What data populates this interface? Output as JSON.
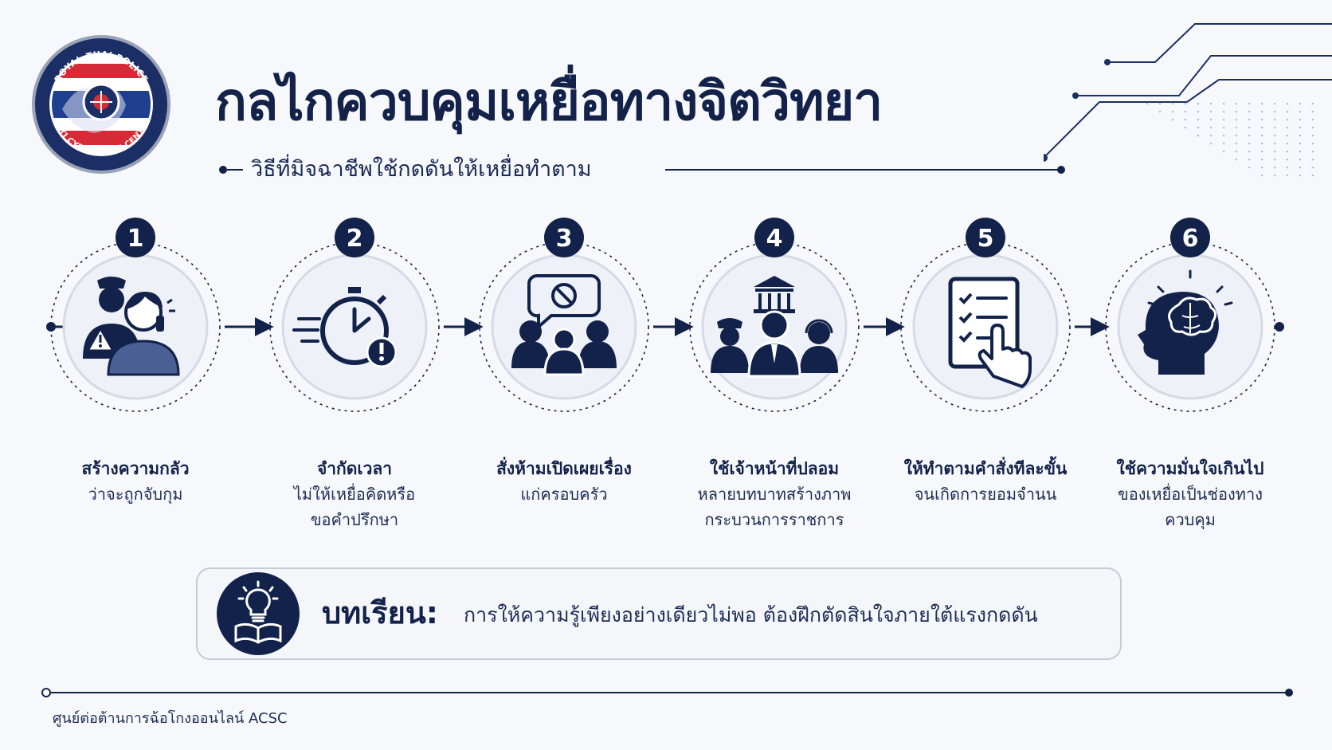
{
  "logo": {
    "top_text": "ROYAL THAI POLICE",
    "bottom_text": "ANTI CYBER SCAM CENTER"
  },
  "header": {
    "title": "กลไกควบคุมเหยื่อทางจิตวิทยา",
    "subtitle": "วิธีที่มิจฉาชีพใช้กดดันให้เหยื่อทำตาม"
  },
  "steps": [
    {
      "number": "1",
      "title": "สร้างความกลัว",
      "desc": [
        "ว่าจะถูกจับกุม"
      ],
      "icon": "police-fear-icon"
    },
    {
      "number": "2",
      "title": "จำกัดเวลา",
      "desc": [
        "ไม่ให้เหยื่อคิดหรือ",
        "ขอคำปรึกษา"
      ],
      "icon": "stopwatch-alert-icon"
    },
    {
      "number": "3",
      "title": "สั่งห้ามเปิดเผยเรื่อง",
      "desc": [
        "แก่ครอบครัว"
      ],
      "icon": "no-talk-family-icon"
    },
    {
      "number": "4",
      "title": "ใช้เจ้าหน้าที่ปลอม",
      "desc": [
        "หลายบทบาทสร้างภาพ",
        "กระบวนการราชการ"
      ],
      "icon": "fake-officials-icon"
    },
    {
      "number": "5",
      "title": "ให้ทำตามคำสั่งทีละขั้น",
      "desc": [
        "จนเกิดการยอมจำนน"
      ],
      "icon": "checklist-hand-icon"
    },
    {
      "number": "6",
      "title": "ใช้ความมั่นใจเกินไป",
      "desc": [
        "ของเหยื่อเป็นช่องทาง",
        "ควบคุม"
      ],
      "icon": "brain-head-icon"
    }
  ],
  "lesson": {
    "label": "บทเรียน:",
    "text": "การให้ความรู้เพียงอย่างเดียวไม่พอ ต้องฝึกตัดสินใจภายใต้แรงกดดัน",
    "icon": "lightbulb-book-icon"
  },
  "footer": {
    "text": "ศูนย์ต่อต้านการฉ้อโกงออนไลน์ ACSC"
  },
  "colors": {
    "navy": "#13224a",
    "background": "#f7f8fb",
    "circle_fill": "#eef1f7",
    "flag_red": "#d62b36",
    "flag_blue": "#1f3f8f"
  }
}
